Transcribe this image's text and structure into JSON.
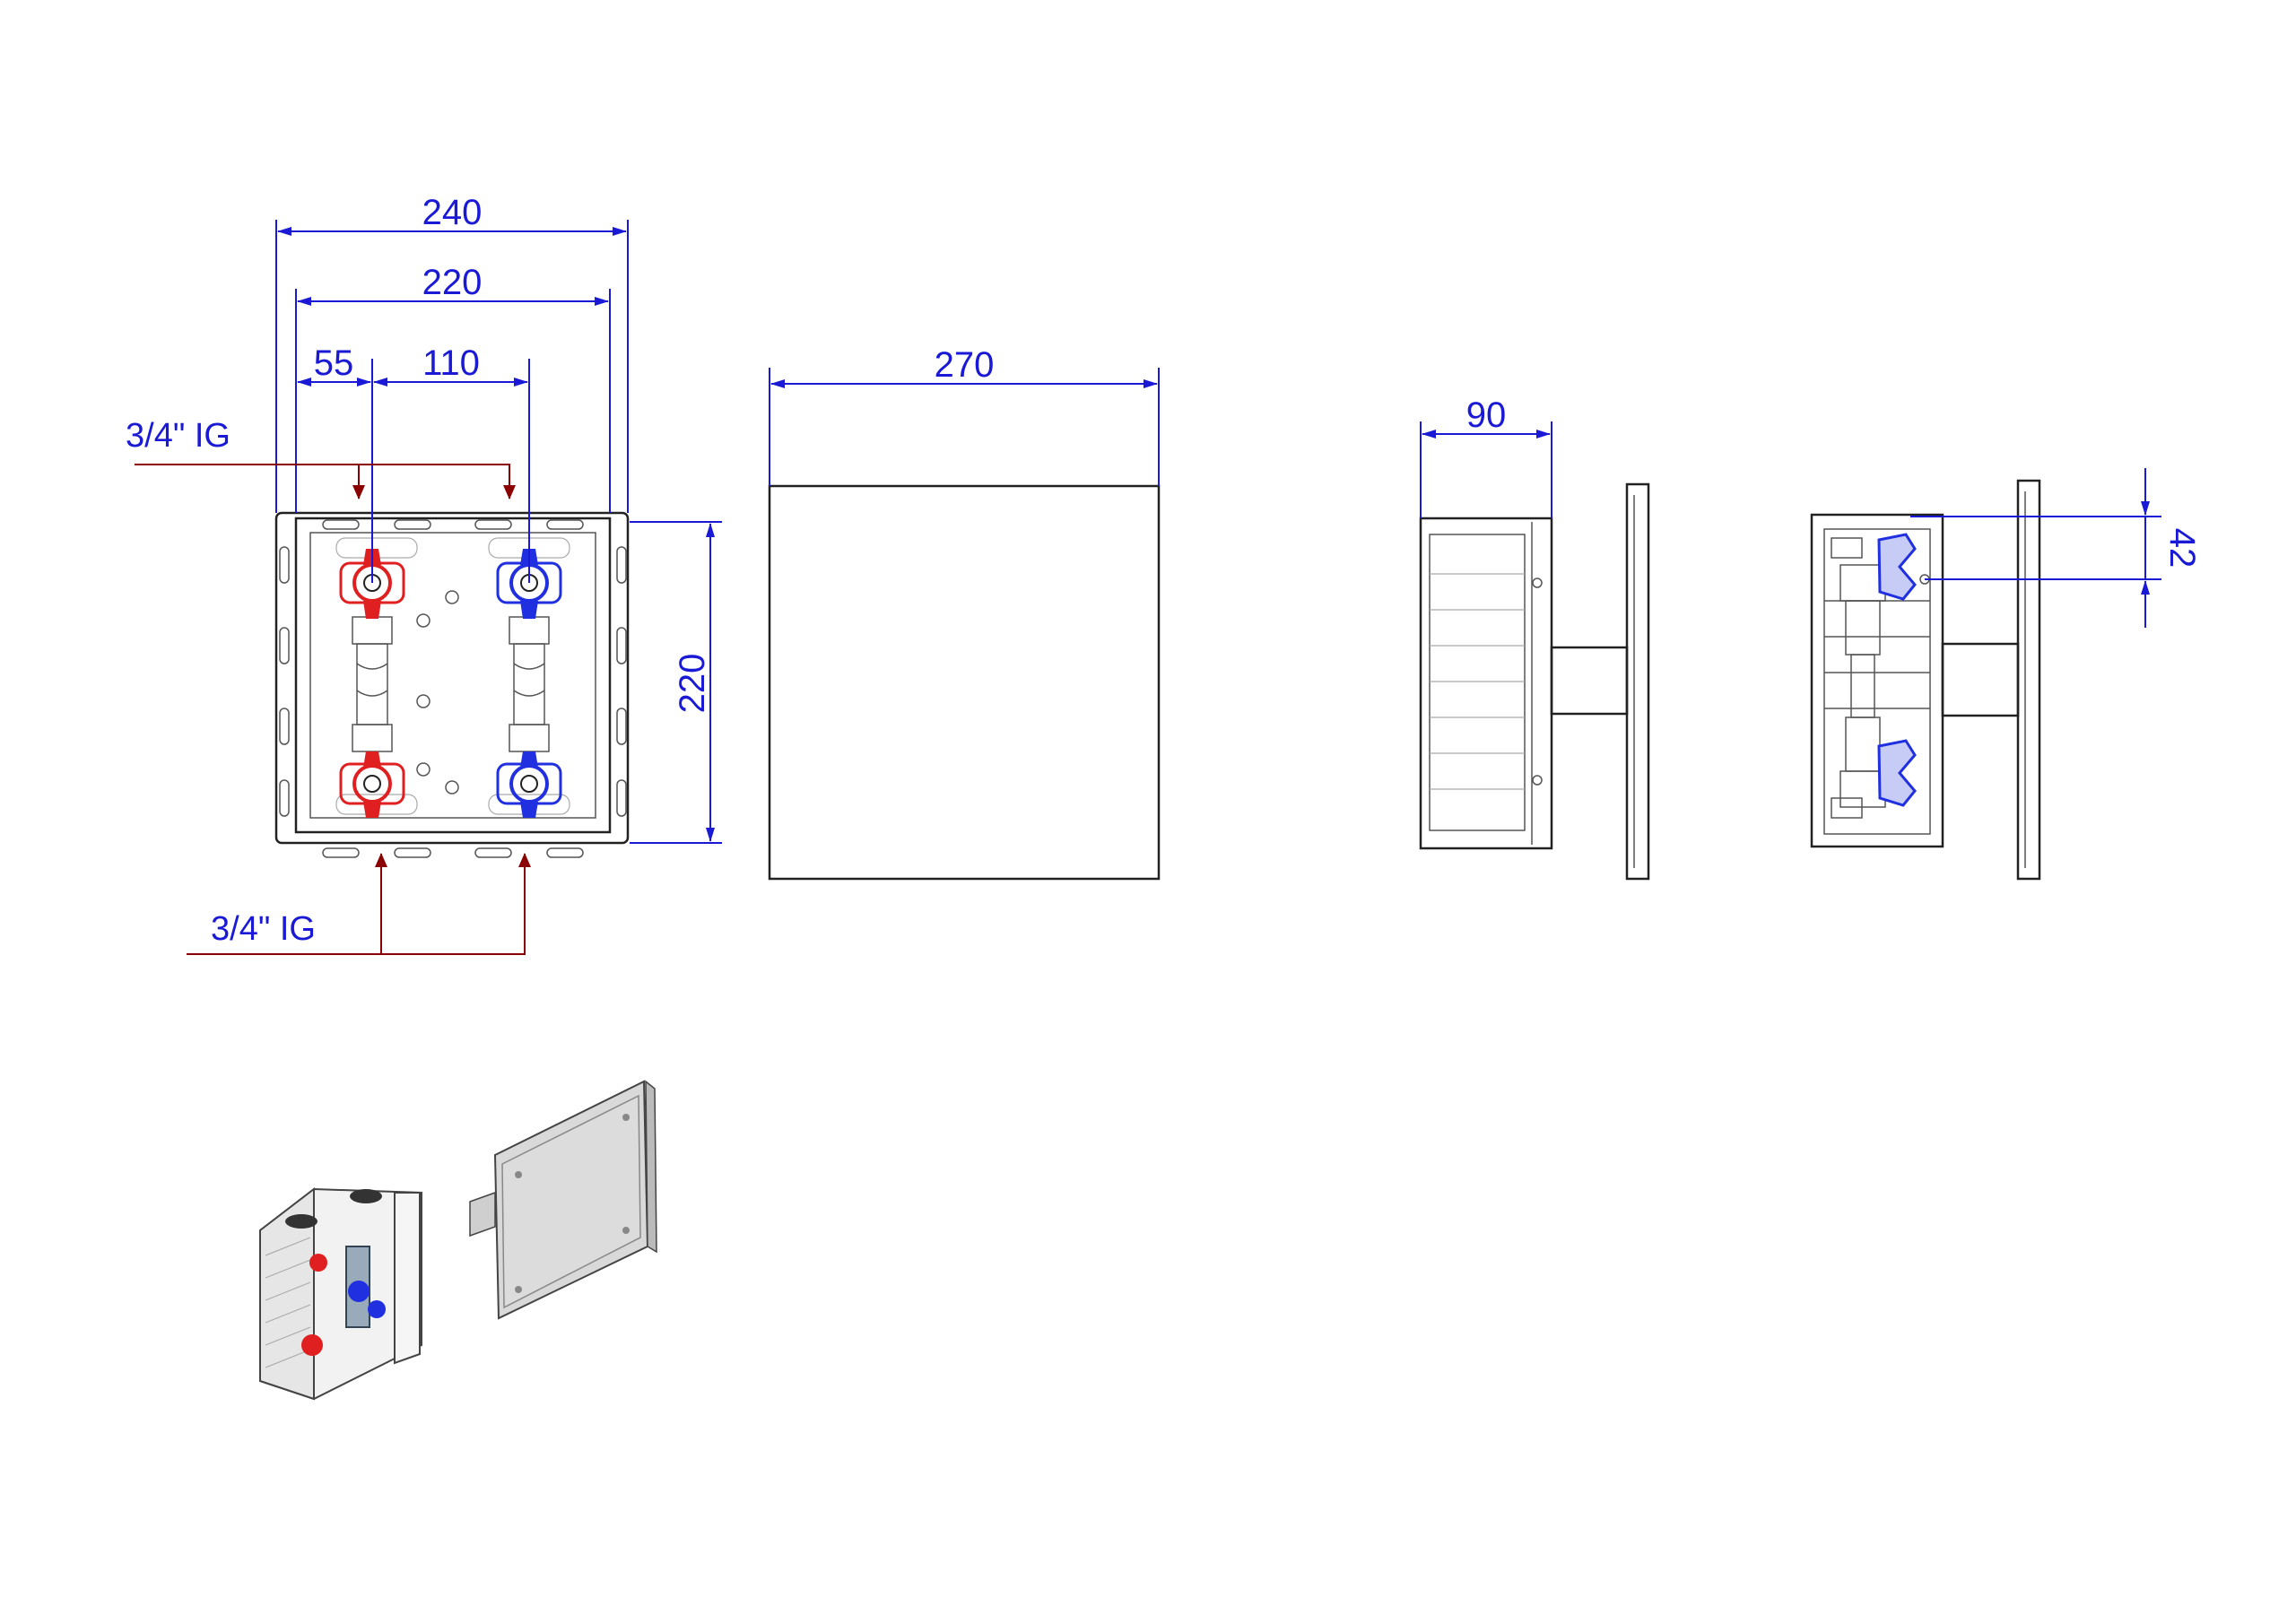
{
  "colors": {
    "dimension": "#1a1ad6",
    "callout": "#8b0000",
    "hot_valve": "#e02020",
    "cold_valve": "#2030e0",
    "outline": "#222222"
  },
  "front_view": {
    "dim_overall_width": "240",
    "dim_inner_width": "220",
    "dim_offset": "55",
    "dim_spacing": "110",
    "dim_height": "220",
    "callout_top": "3/4\" IG",
    "callout_bottom": "3/4\" IG"
  },
  "cover_view": {
    "dim_width": "270"
  },
  "side_view": {
    "dim_depth": "90"
  },
  "section_view": {
    "dim_offset": "42"
  }
}
